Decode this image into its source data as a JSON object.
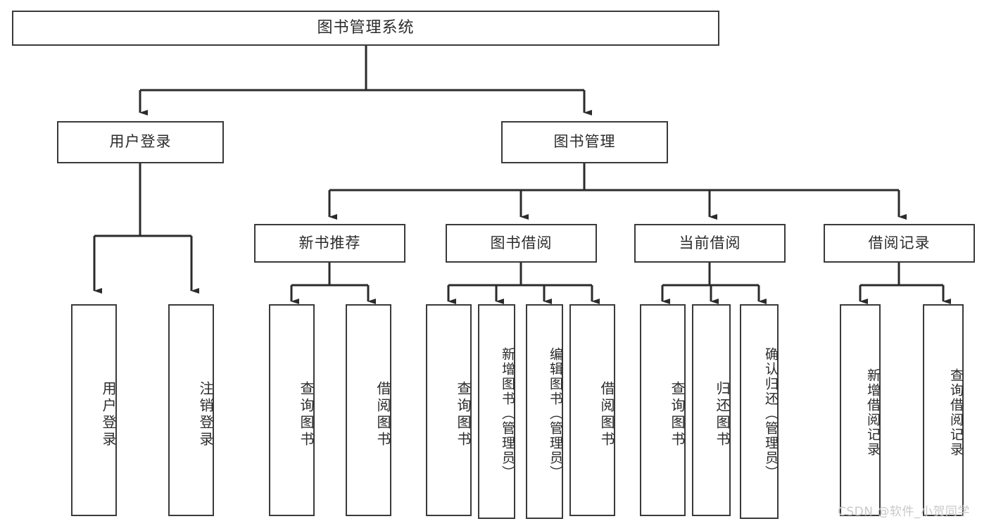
{
  "diagram": {
    "title": "图书管理系统",
    "type": "功能结构图",
    "colors": {
      "box_border": "#3a3a3a",
      "box_fill": "#ffffff",
      "line": "#2b2b2b",
      "text": "#2b2b2b",
      "watermark": "#c9c9c9",
      "background": "#ffffff"
    }
  },
  "watermark": {
    "text": "CSDN @软件_小贺同学"
  },
  "nodes": {
    "root": {
      "label": "图书管理系统"
    },
    "level2": [
      {
        "id": "user-login",
        "label": "用户登录"
      },
      {
        "id": "book-manage",
        "label": "图书管理"
      }
    ],
    "level3": [
      {
        "id": "new-book-recommend",
        "label": "新书推荐"
      },
      {
        "id": "book-borrow",
        "label": "图书借阅"
      },
      {
        "id": "current-borrow",
        "label": "当前借阅"
      },
      {
        "id": "borrow-record",
        "label": "借阅记录"
      }
    ],
    "leaves": [
      {
        "id": "leaf-user-login",
        "label": "用户登录"
      },
      {
        "id": "leaf-user-logout",
        "label": "注销登录"
      },
      {
        "id": "leaf-query-book-1",
        "label": "查询图书"
      },
      {
        "id": "leaf-borrow-book-1",
        "label": "借阅图书"
      },
      {
        "id": "leaf-query-book-2",
        "label": "查询图书"
      },
      {
        "id": "leaf-add-book",
        "label": "新增图书（管理员）"
      },
      {
        "id": "leaf-edit-book",
        "label": "编辑图书（管理员）"
      },
      {
        "id": "leaf-borrow-book-2",
        "label": "借阅图书"
      },
      {
        "id": "leaf-query-book-3",
        "label": "查询图书"
      },
      {
        "id": "leaf-return-book",
        "label": "归还图书"
      },
      {
        "id": "leaf-confirm-return",
        "label": "确认归还（管理员）"
      },
      {
        "id": "leaf-add-record",
        "label": "新增借阅记录"
      },
      {
        "id": "leaf-query-record",
        "label": "查询借阅记录"
      }
    ]
  },
  "chart_data": {
    "type": "diagram",
    "title": "图书管理系统",
    "tree": {
      "label": "图书管理系统",
      "children": [
        {
          "label": "用户登录",
          "children": [
            {
              "label": "用户登录"
            },
            {
              "label": "注销登录"
            }
          ]
        },
        {
          "label": "图书管理",
          "children": [
            {
              "label": "新书推荐",
              "children": [
                {
                  "label": "查询图书"
                },
                {
                  "label": "借阅图书"
                }
              ]
            },
            {
              "label": "图书借阅",
              "children": [
                {
                  "label": "查询图书"
                },
                {
                  "label": "新增图书（管理员）"
                },
                {
                  "label": "编辑图书（管理员）"
                },
                {
                  "label": "借阅图书"
                }
              ]
            },
            {
              "label": "当前借阅",
              "children": [
                {
                  "label": "查询图书"
                },
                {
                  "label": "归还图书"
                },
                {
                  "label": "确认归还（管理员）"
                }
              ]
            },
            {
              "label": "借阅记录",
              "children": [
                {
                  "label": "新增借阅记录"
                },
                {
                  "label": "查询借阅记录"
                }
              ]
            }
          ]
        }
      ]
    }
  }
}
